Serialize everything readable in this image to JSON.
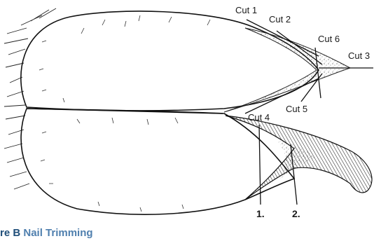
{
  "diagram": {
    "cut_labels": {
      "cut1": "Cut 1",
      "cut2": "Cut 2",
      "cut3": "Cut 3",
      "cut4": "Cut 4",
      "cut5": "Cut 5",
      "cut6": "Cut 6"
    },
    "callouts": {
      "one": "1.",
      "two": "2."
    }
  },
  "caption": {
    "prefix": "re B",
    "title": "Nail Trimming"
  },
  "colors": {
    "ink": "#1a1a1a",
    "caption_prefix": "#1f4e79",
    "caption_title": "#4f7fae"
  }
}
